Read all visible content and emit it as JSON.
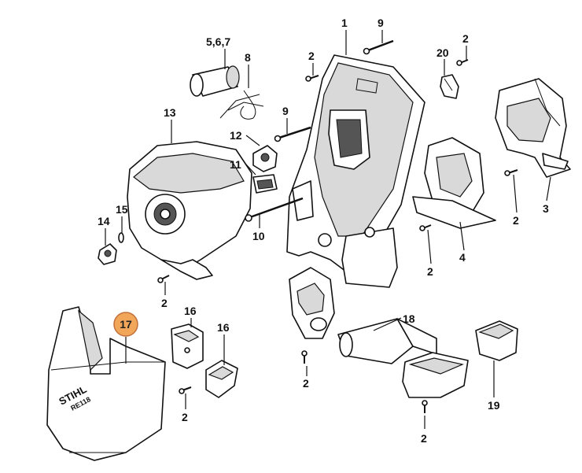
{
  "callouts": {
    "c1": "1",
    "c2": "2",
    "c3": "3",
    "c4": "4",
    "c567": "5,6,7",
    "c8": "8",
    "c9": "9",
    "c10": "10",
    "c11": "11",
    "c12": "12",
    "c13": "13",
    "c14": "14",
    "c15": "15",
    "c16": "16",
    "c17": "17",
    "c18": "18",
    "c19": "19",
    "c20": "20"
  },
  "housing_text": {
    "brand": "STIHL",
    "model": "RE118"
  },
  "colors": {
    "highlight_fill": "#f2a65a",
    "highlight_stroke": "#c0703a",
    "line": "#111111",
    "shade": "#d9d9d9"
  }
}
